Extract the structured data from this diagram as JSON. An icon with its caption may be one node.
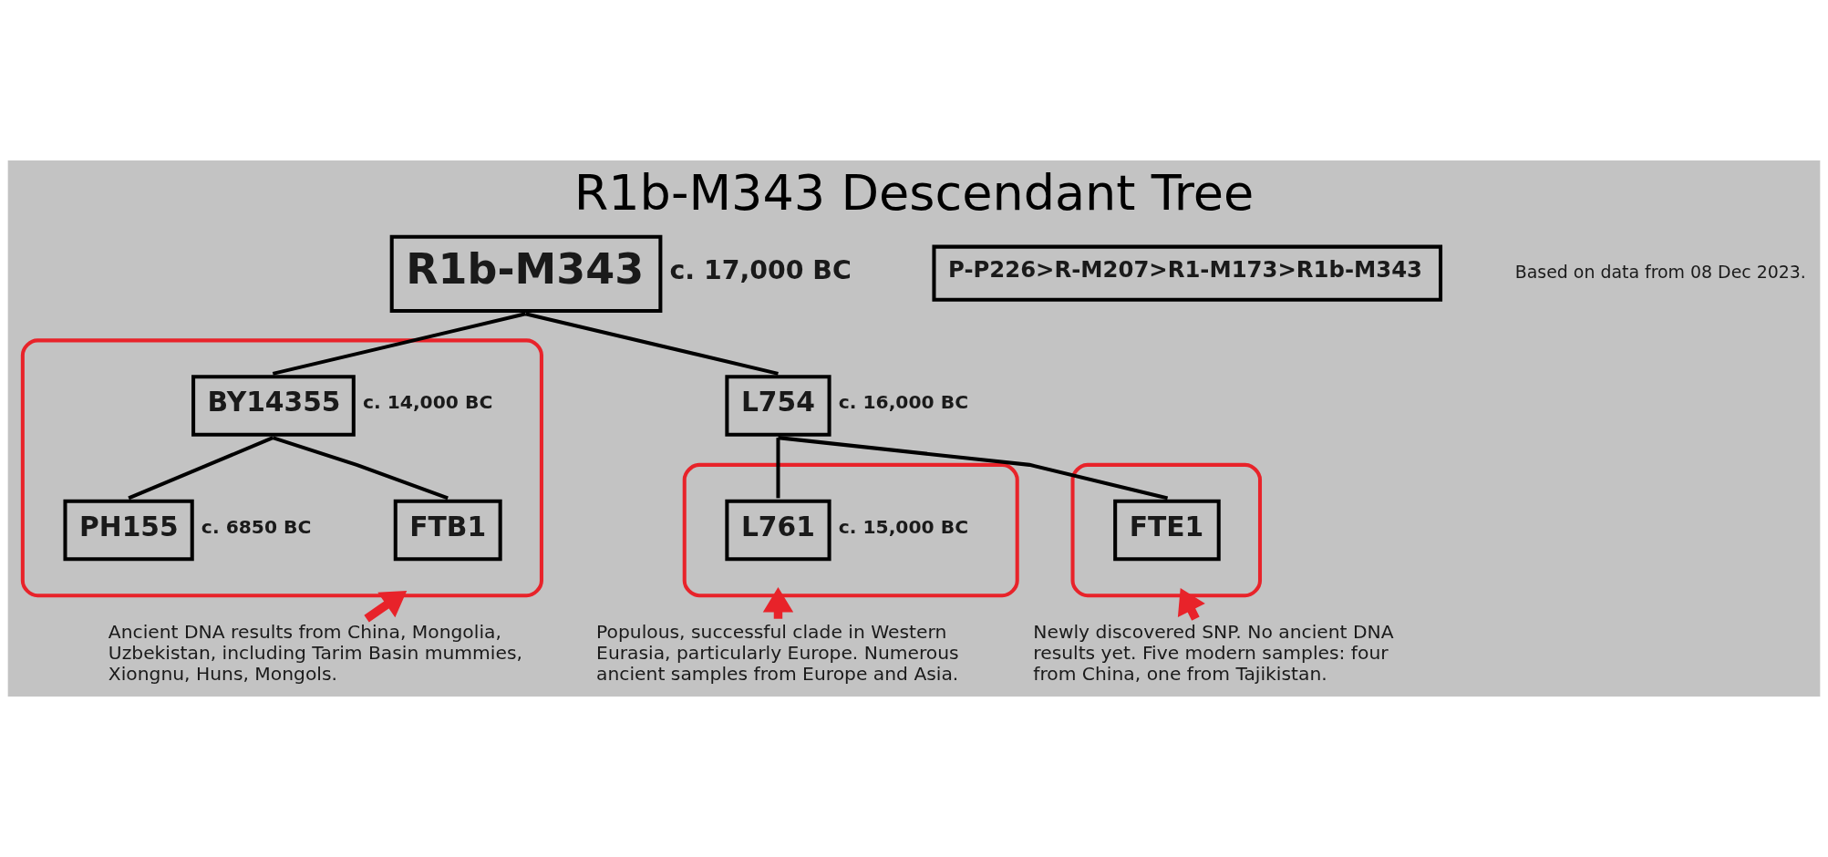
{
  "diagram": {
    "title": "R1b-M343 Descendant Tree",
    "nodes": [
      {
        "text": [
          "R1b-M343"
        ],
        "beside": [
          "c. 17,000 BC"
        ]
      },
      {
        "text": [
          "L754"
        ],
        "beside": [
          "c. 16,000 BC"
        ]
      },
      {
        "text": [],
        "shape": "ellipse"
      },
      {
        "text": [
          "BY14355"
        ],
        "beside": [
          "c. 14,000 BC"
        ],
        "in": 2
      },
      {
        "text": [],
        "shape": "ellipse"
      },
      {
        "text": [
          "L761"
        ],
        "beside": [
          "c. 15,000 BC"
        ],
        "in": 4
      },
      {
        "text": [],
        "shape": "ellipse"
      },
      {
        "text": [
          "FTE1"
        ],
        "in": 6
      },
      {
        "text": [
          "PH155"
        ],
        "beside": [
          "c. 6850 BC"
        ],
        "in": 2
      },
      {
        "text": [
          "FTB1"
        ],
        "in": 2
      },
      {
        "text": [
          "Populous, successful clade in Western Eurasia, particularly Europe. Numerous ancient samples from Europe and Asia."
        ]
      },
      {
        "text": [
          "Newly discovered SNP. No ancient DNA results yet. Five modern samples: four from China, one from Tajikistan."
        ]
      },
      {
        "text": [
          "Ancient DNA results from China, Mongolia, Uzbekistan, including Tarim Basin mummies, Xiongnu, Huns, Mongols."
        ]
      },
      {
        "text": [
          "P-P226>R-M207>R1-M173>R1b-M343"
        ]
      }
    ],
    "edges": [
      {
        "from": 0,
        "to": 1,
        "arrow": "none"
      },
      {
        "from": 0,
        "to": 3,
        "arrow": "none"
      },
      {
        "from": 1,
        "to": 5,
        "arrow": "none"
      },
      {
        "from": 1,
        "to": 7,
        "arrow": "none"
      },
      {
        "from": 3,
        "to": 8,
        "arrow": "none"
      },
      {
        "from": 3,
        "to": 9,
        "arrow": "none"
      },
      {
        "from": 10,
        "to": 4,
        "arrow": "to",
        "style": "thick",
        "color": "#e8232a"
      },
      {
        "from": 11,
        "to": 6,
        "arrow": "to",
        "style": "thick",
        "color": "#e8232a"
      },
      {
        "from": 12,
        "to": 2,
        "arrow": "to",
        "style": "thick",
        "color": "#e8232a"
      }
    ],
    "labels": [
      "Based on data from 08 Dec 2023."
    ]
  }
}
